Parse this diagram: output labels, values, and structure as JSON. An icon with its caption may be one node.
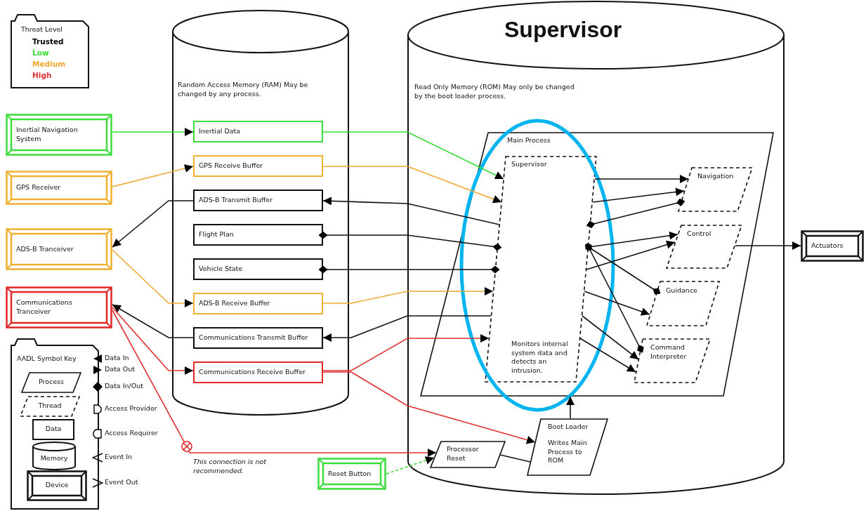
{
  "diagram": {
    "title": "Supervisor",
    "nodes": [
      {
        "text": [
          "Inertial Navigation System"
        ]
      },
      {
        "text": [
          "GPS Receiver"
        ]
      },
      {
        "text": [
          "ADS-B Tranceiver"
        ]
      },
      {
        "text": [
          "Communications Tranceiver"
        ]
      },
      {
        "text": [
          "Random Access Memory (RAM) May be changed by any process."
        ]
      },
      {
        "text": [
          "Inertial Data"
        ],
        "in": 4
      },
      {
        "text": [
          "GPS Receive Buffer"
        ],
        "in": 4
      },
      {
        "text": [
          "ADS-B Transmit Buffer"
        ],
        "in": 4
      },
      {
        "text": [
          "Flight Plan"
        ],
        "in": 4
      },
      {
        "text": [
          "Vehicle State"
        ],
        "in": 4
      },
      {
        "text": [
          "ADS-B Receive Buffer"
        ],
        "in": 4
      },
      {
        "text": [
          "Communications Transmit Buffer"
        ],
        "in": 4
      },
      {
        "text": [
          "Communications Receive Buffer"
        ],
        "in": 4
      },
      {
        "text": [
          "Read Only Memory (ROM) May only be changed by the boot loader process."
        ]
      },
      {
        "text": [
          "Main Process"
        ],
        "in": 13
      },
      {
        "text": [
          "Supervisor",
          "Monitors internal system data and detects an intrusion."
        ],
        "in": 14
      },
      {
        "text": [
          "Navigation"
        ],
        "in": 14
      },
      {
        "text": [
          "Control"
        ],
        "in": 14
      },
      {
        "text": [
          "Guidance"
        ],
        "in": 14
      },
      {
        "text": [
          "Command Interpreter"
        ],
        "in": 14
      },
      {
        "text": [
          "Boot Loader",
          "Writes Main Process to ROM"
        ],
        "in": 13
      },
      {
        "text": [
          "Processor Reset"
        ],
        "in": 13
      },
      {
        "text": [
          "Actuators"
        ]
      },
      {
        "text": [
          "Reset Button"
        ]
      }
    ],
    "edges": [
      {
        "from": 0,
        "to": 5,
        "arrow": "to",
        "color": "#33dd33"
      },
      {
        "from": 1,
        "to": 6,
        "arrow": "to",
        "color": "#f0a830"
      },
      {
        "from": 7,
        "to": 2,
        "arrow": "to"
      },
      {
        "from": 2,
        "to": 10,
        "arrow": "to",
        "color": "#f0a830"
      },
      {
        "from": 11,
        "to": 3,
        "arrow": "to"
      },
      {
        "from": 3,
        "to": 12,
        "arrow": "to",
        "color": "#e03030"
      },
      {
        "from": 3,
        "to": 21,
        "arrow": "to",
        "color": "#e03030",
        "label": "This connection is not recommended."
      },
      {
        "from": 23,
        "to": 21,
        "arrow": "to",
        "style": "dashed",
        "color": "#33dd33"
      },
      {
        "from": 5,
        "to": 15,
        "arrow": "to",
        "color": "#33dd33"
      },
      {
        "from": 6,
        "to": 15,
        "arrow": "to",
        "color": "#f0a830"
      },
      {
        "from": 15,
        "to": 7,
        "arrow": "to"
      },
      {
        "from": 8,
        "to": 15,
        "arrow": "other"
      },
      {
        "from": 9,
        "to": 15,
        "arrow": "other"
      },
      {
        "from": 10,
        "to": 15,
        "arrow": "to",
        "color": "#f0a830"
      },
      {
        "from": 15,
        "to": 11,
        "arrow": "to"
      },
      {
        "from": 12,
        "to": 15,
        "arrow": "to",
        "color": "#e03030"
      },
      {
        "from": 12,
        "to": 20,
        "arrow": "to",
        "color": "#e03030"
      },
      {
        "from": 15,
        "to": 16,
        "arrow": "to"
      },
      {
        "from": 15,
        "to": 16,
        "arrow": "to"
      },
      {
        "from": 15,
        "to": 16,
        "arrow": "other"
      },
      {
        "from": 15,
        "to": 17,
        "arrow": "to"
      },
      {
        "from": 15,
        "to": 17,
        "arrow": "to"
      },
      {
        "from": 15,
        "to": 18,
        "arrow": "other"
      },
      {
        "from": 15,
        "to": 18,
        "arrow": "to"
      },
      {
        "from": 15,
        "to": 19,
        "arrow": "other"
      },
      {
        "from": 15,
        "to": 19,
        "arrow": "to"
      },
      {
        "from": 15,
        "to": 19,
        "arrow": "to"
      },
      {
        "from": 17,
        "to": 22,
        "arrow": "to"
      },
      {
        "from": 21,
        "to": 20,
        "arrow": "none"
      },
      {
        "from": 20,
        "to": 14,
        "arrow": "to"
      }
    ],
    "labels": [
      "Threat Level",
      "AADL Symbol Key"
    ],
    "legend": [
      {
        "text": "Trusted",
        "color": "#000000"
      },
      {
        "text": "Low",
        "color": "#33dd33"
      },
      {
        "text": "Medium",
        "color": "#f0a830"
      },
      {
        "text": "High",
        "color": "#e03030"
      },
      {
        "text": "Process"
      },
      {
        "text": "Thread"
      },
      {
        "text": "Data"
      },
      {
        "text": "Memory"
      },
      {
        "text": "Device"
      },
      {
        "text": "Data In"
      },
      {
        "text": "Data Out"
      },
      {
        "text": "Data In/Out"
      },
      {
        "text": "Access Provider"
      },
      {
        "text": "Access Requirer"
      },
      {
        "text": "Event In"
      },
      {
        "text": "Event Out"
      }
    ]
  }
}
